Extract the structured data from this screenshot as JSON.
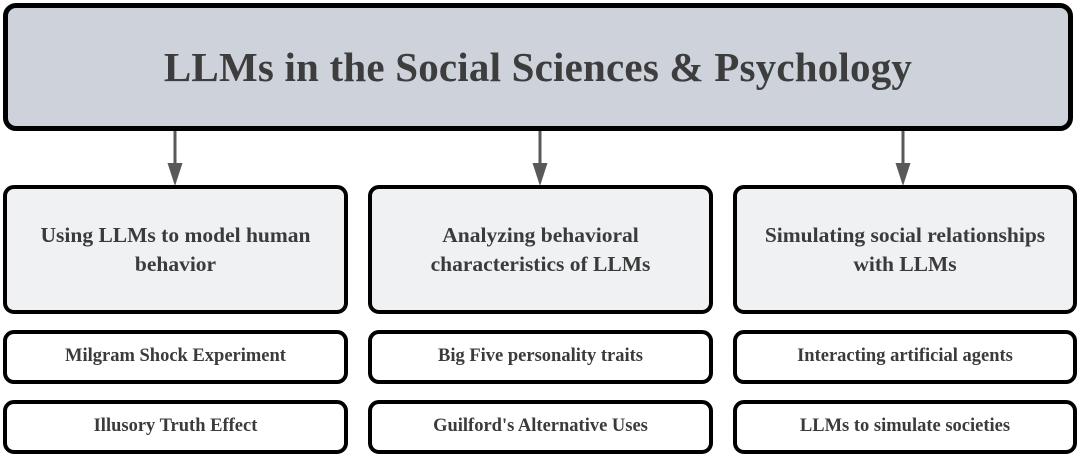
{
  "diagram": {
    "type": "hierarchy-flowchart",
    "header": {
      "title": "LLMs in the Social Sciences & Psychology",
      "fill_color": "#ced3db",
      "border_color": "#000000",
      "text_color": "#3d3d3d"
    },
    "connector": {
      "icon": "down-arrow-icon",
      "color": "#595959",
      "count": 3
    },
    "columns": [
      {
        "category": "Using LLMs to model human behavior",
        "items": [
          "Milgram Shock Experiment",
          "Illusory Truth Effect"
        ]
      },
      {
        "category": "Analyzing behavioral characteristics of LLMs",
        "items": [
          "Big Five personality traits",
          "Guilford's Alternative Uses"
        ]
      },
      {
        "category": "Simulating social relationships with LLMs",
        "items": [
          "Interacting artificial agents",
          "LLMs to simulate societies"
        ]
      }
    ],
    "style": {
      "category_fill": "#f0f1f3",
      "leaf_fill": "#ffffff",
      "text_color": "#3b3b3b",
      "background": "#ffffff"
    }
  }
}
